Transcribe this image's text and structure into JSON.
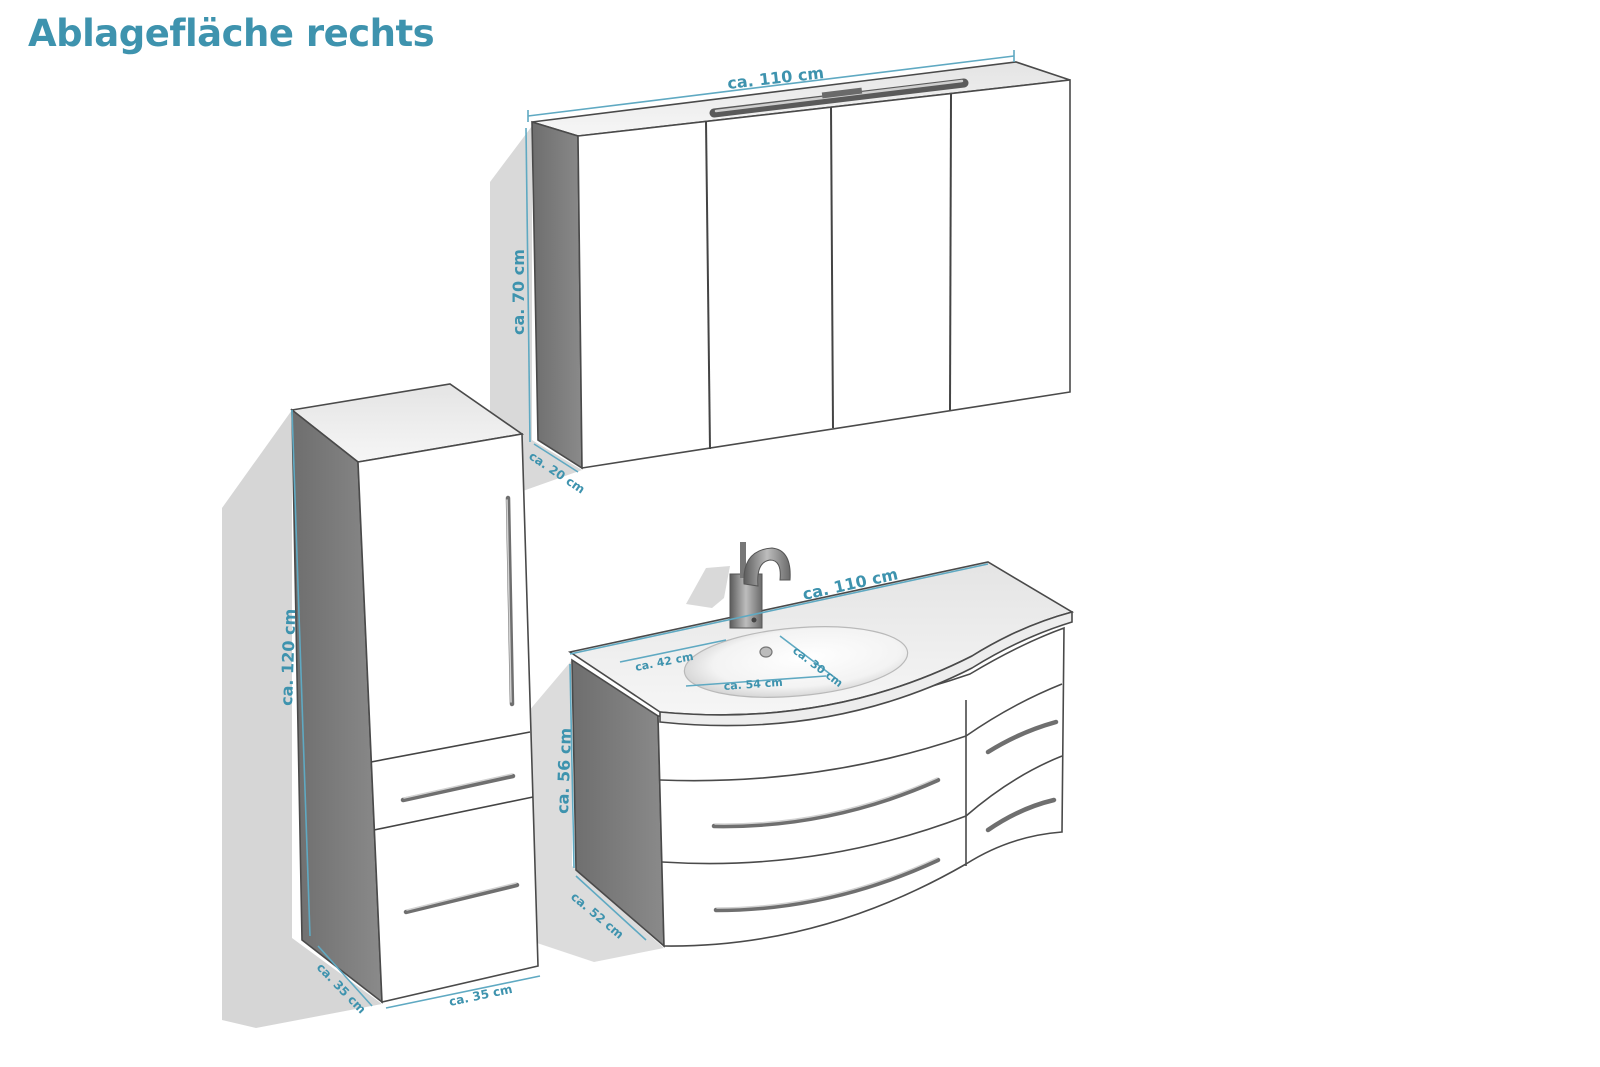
{
  "title": "Ablagefläche rechts",
  "colors": {
    "title": "#3e93ae",
    "dimension": "#3e93ae",
    "dimension_line": "#5fa9c2",
    "side_panel": "#7d7d7d",
    "front_panel": "#ffffff",
    "shadow": "#d6d6d6"
  },
  "mirror_cabinet": {
    "width": "ca. 110 cm",
    "height": "ca. 70 cm",
    "depth": "ca. 20 cm"
  },
  "tall_cabinet": {
    "height": "ca. 120 cm",
    "depth": "ca. 35 cm",
    "width": "ca. 35 cm"
  },
  "vanity": {
    "width": "ca. 110 cm",
    "height": "ca. 56 cm",
    "depth": "ca. 52 cm",
    "basin_depth": "ca. 42 cm",
    "basin_width": "ca. 54 cm",
    "basin_height": "ca. 30 cm"
  }
}
